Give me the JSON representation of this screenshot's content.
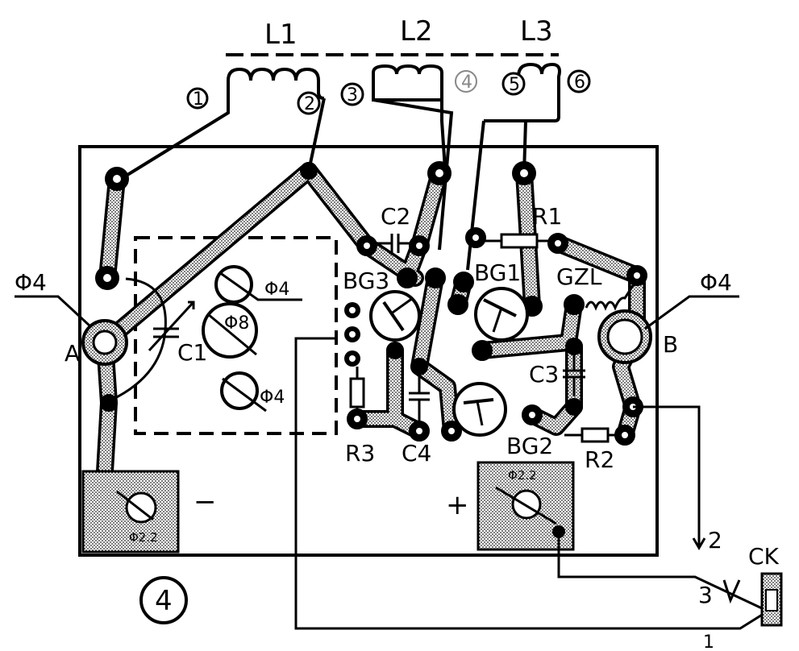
{
  "figure_number": "4",
  "inductors": [
    "L1",
    "L2",
    "L3"
  ],
  "coil_terminals": [
    "1",
    "2",
    "3",
    "4",
    "5",
    "6"
  ],
  "hole_labels": {
    "left_phi": "Φ4",
    "right_phi": "Φ4",
    "inner_phi_top": "Φ4",
    "inner_phi_big": "Φ8",
    "inner_phi_bottom": "Φ4"
  },
  "nodes": {
    "a": "A",
    "b": "B"
  },
  "components": {
    "c1": "C1",
    "c2": "C2",
    "c3": "C3",
    "c4": "C4",
    "r1": "R1",
    "r2": "R2",
    "r3": "R3",
    "bg1": "BG1",
    "bg2": "BG2",
    "bg3": "BG3",
    "gzl": "GZL"
  },
  "polarity": {
    "minus": "−",
    "plus": "+"
  },
  "leads": {
    "l1": "1",
    "l2": "2",
    "l3": "3"
  },
  "switch": "CK",
  "battery_pad_text": "Φ2.2"
}
